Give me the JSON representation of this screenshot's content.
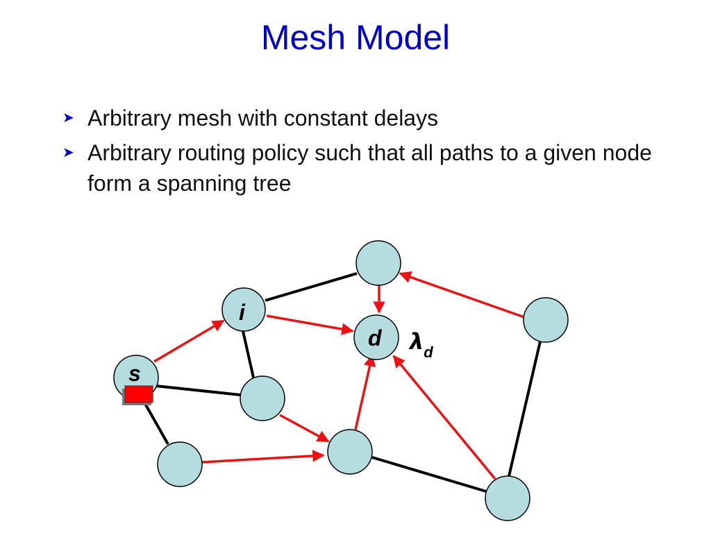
{
  "title": "Mesh Model",
  "bullets": [
    "Arbitrary mesh with constant delays",
    "Arbitrary routing policy such that all paths to a given node form a spanning tree"
  ],
  "diagram": {
    "node_labels": {
      "i": "i",
      "d": "d",
      "s": "s"
    },
    "rate_label": {
      "symbol": "λ",
      "subscript": "d"
    }
  },
  "colors": {
    "title": "#0000cc",
    "node_fill": "#b5dde0",
    "edge": "#000000",
    "route_arrow": "#ee1111",
    "source_box": "#ff0000"
  }
}
